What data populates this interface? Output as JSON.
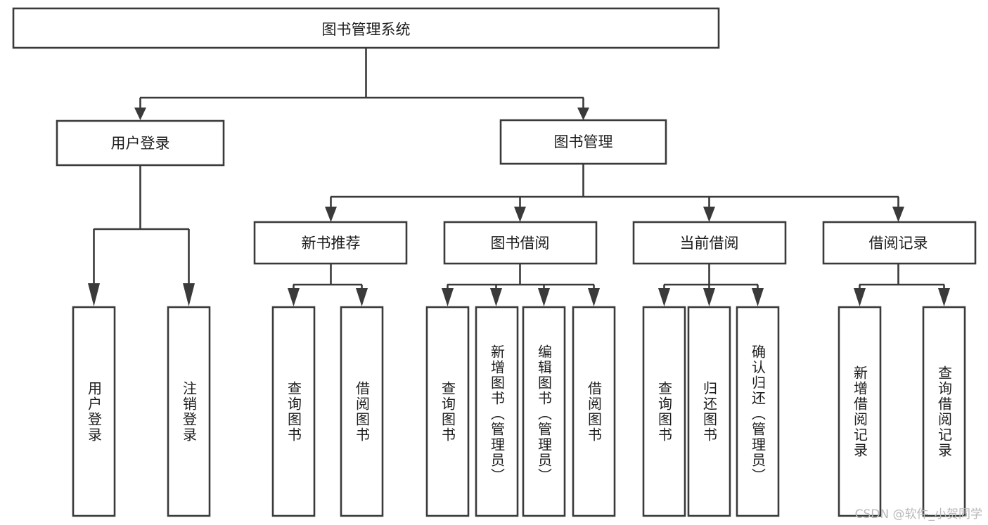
{
  "diagram": {
    "type": "hierarchical-tree",
    "title": "图书管理系统",
    "orientation": "top-down",
    "watermark": "CSDN @软件_小贺同学",
    "colors": {
      "box_stroke": "#3a3a3a",
      "box_fill": "#ffffff",
      "connector": "#3a3a3a",
      "text": "#1d1d1d",
      "watermark": "#b9b9b9",
      "background": "#ffffff"
    },
    "root": {
      "id": "root",
      "label": "图书管理系统"
    },
    "level2": [
      {
        "id": "user-login",
        "label": "用户登录"
      },
      {
        "id": "book-management",
        "label": "图书管理"
      }
    ],
    "level3": [
      {
        "id": "new-book-recommend",
        "label": "新书推荐",
        "parent": "book-management"
      },
      {
        "id": "book-borrow",
        "label": "图书借阅",
        "parent": "book-management"
      },
      {
        "id": "current-borrow",
        "label": "当前借阅",
        "parent": "book-management"
      },
      {
        "id": "borrow-record",
        "label": "借阅记录",
        "parent": "book-management"
      }
    ],
    "leaves": {
      "user-login": [
        {
          "id": "leaf-user-login",
          "label": "用户登录"
        },
        {
          "id": "leaf-user-logout",
          "label": "注销登录"
        }
      ],
      "new-book-recommend": [
        {
          "id": "leaf-query-book-1",
          "label": "查询图书"
        },
        {
          "id": "leaf-borrow-book-1",
          "label": "借阅图书"
        }
      ],
      "book-borrow": [
        {
          "id": "leaf-query-book-2",
          "label": "查询图书"
        },
        {
          "id": "leaf-add-book",
          "label": "新增图书（管理员）"
        },
        {
          "id": "leaf-edit-book",
          "label": "编辑图书（管理员）"
        },
        {
          "id": "leaf-borrow-book-2",
          "label": "借阅图书"
        }
      ],
      "current-borrow": [
        {
          "id": "leaf-query-book-3",
          "label": "查询图书"
        },
        {
          "id": "leaf-return-book",
          "label": "归还图书"
        },
        {
          "id": "leaf-confirm-return",
          "label": "确认归还（管理员）"
        }
      ],
      "borrow-record": [
        {
          "id": "leaf-add-record",
          "label": "新增借阅记录"
        },
        {
          "id": "leaf-query-record",
          "label": "查询借阅记录"
        }
      ]
    }
  }
}
